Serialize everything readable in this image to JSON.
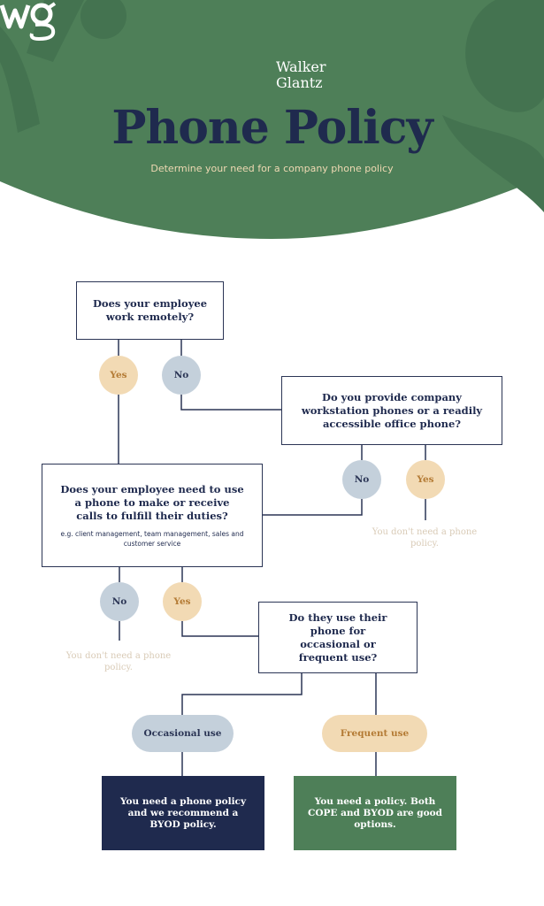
{
  "header": {
    "logo_line1": "Walker",
    "logo_line2": "Glantz",
    "title": "Phone Policy",
    "subtitle": "Determine your need for a company phone policy"
  },
  "colors": {
    "green": "#4e7f58",
    "navy": "#1f2a4e",
    "tan": "#f2dab4",
    "slate": "#c4d0db"
  },
  "q1": {
    "text": "Does your employee work remotely?"
  },
  "q1_yes": "Yes",
  "q1_no": "No",
  "q2": {
    "text": "Do you provide company workstation phones or a readily accessible office phone?"
  },
  "q2_no": "No",
  "q2_yes": "Yes",
  "q2_yes_note": "You don't need a phone policy.",
  "q3": {
    "text": "Does your employee need to use a phone to make or receive calls to fulfill their duties?",
    "example": "e.g. client management, team management, sales and customer service"
  },
  "q3_no": "No",
  "q3_yes": "Yes",
  "q3_no_note": "You don't need a phone policy.",
  "q4": {
    "text": "Do they use their phone for occasional or frequent use?"
  },
  "occasional": "Occasional use",
  "frequent": "Frequent use",
  "result_byod": "You need a phone policy and we recommend a BYOD policy.",
  "result_both": "You need a policy. Both COPE and BYOD are good options."
}
